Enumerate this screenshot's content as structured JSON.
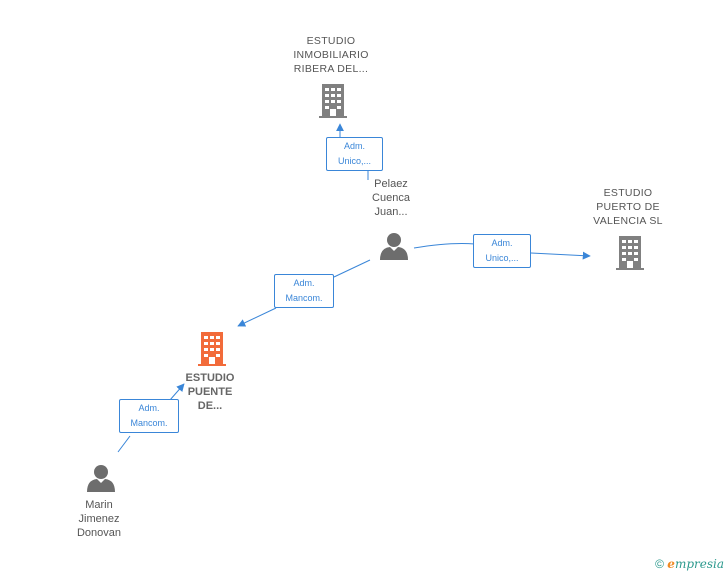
{
  "colors": {
    "edge": "#3a86d8",
    "company_icon": "#808080",
    "focus_company_icon": "#f26b3a",
    "person_icon": "#6d6d6d"
  },
  "nodes": {
    "ribera": {
      "label": "ESTUDIO\nINMOBILIARIO\nRIBERA DEL...",
      "icon": "building-icon"
    },
    "puerto": {
      "label": "ESTUDIO\nPUERTO DE\nVALENCIA  SL",
      "icon": "building-icon"
    },
    "puente": {
      "label": "ESTUDIO\nPUENTE\nDE...",
      "icon": "building-icon"
    },
    "pelaez": {
      "label": "Pelaez\nCuenca\nJuan...",
      "icon": "person-icon"
    },
    "marin": {
      "label": "Marin\nJimenez\nDonovan",
      "icon": "person-icon"
    }
  },
  "edges": {
    "pelaez_ribera": {
      "line1": "Adm.",
      "line2": "Unico,..."
    },
    "pelaez_puerto": {
      "line1": "Adm.",
      "line2": "Unico,..."
    },
    "pelaez_puente": {
      "line1": "Adm.",
      "line2": "Mancom."
    },
    "marin_puente": {
      "line1": "Adm.",
      "line2": "Mancom."
    }
  },
  "brand": {
    "symbol": "©",
    "e": "e",
    "rest": "mpresia"
  }
}
